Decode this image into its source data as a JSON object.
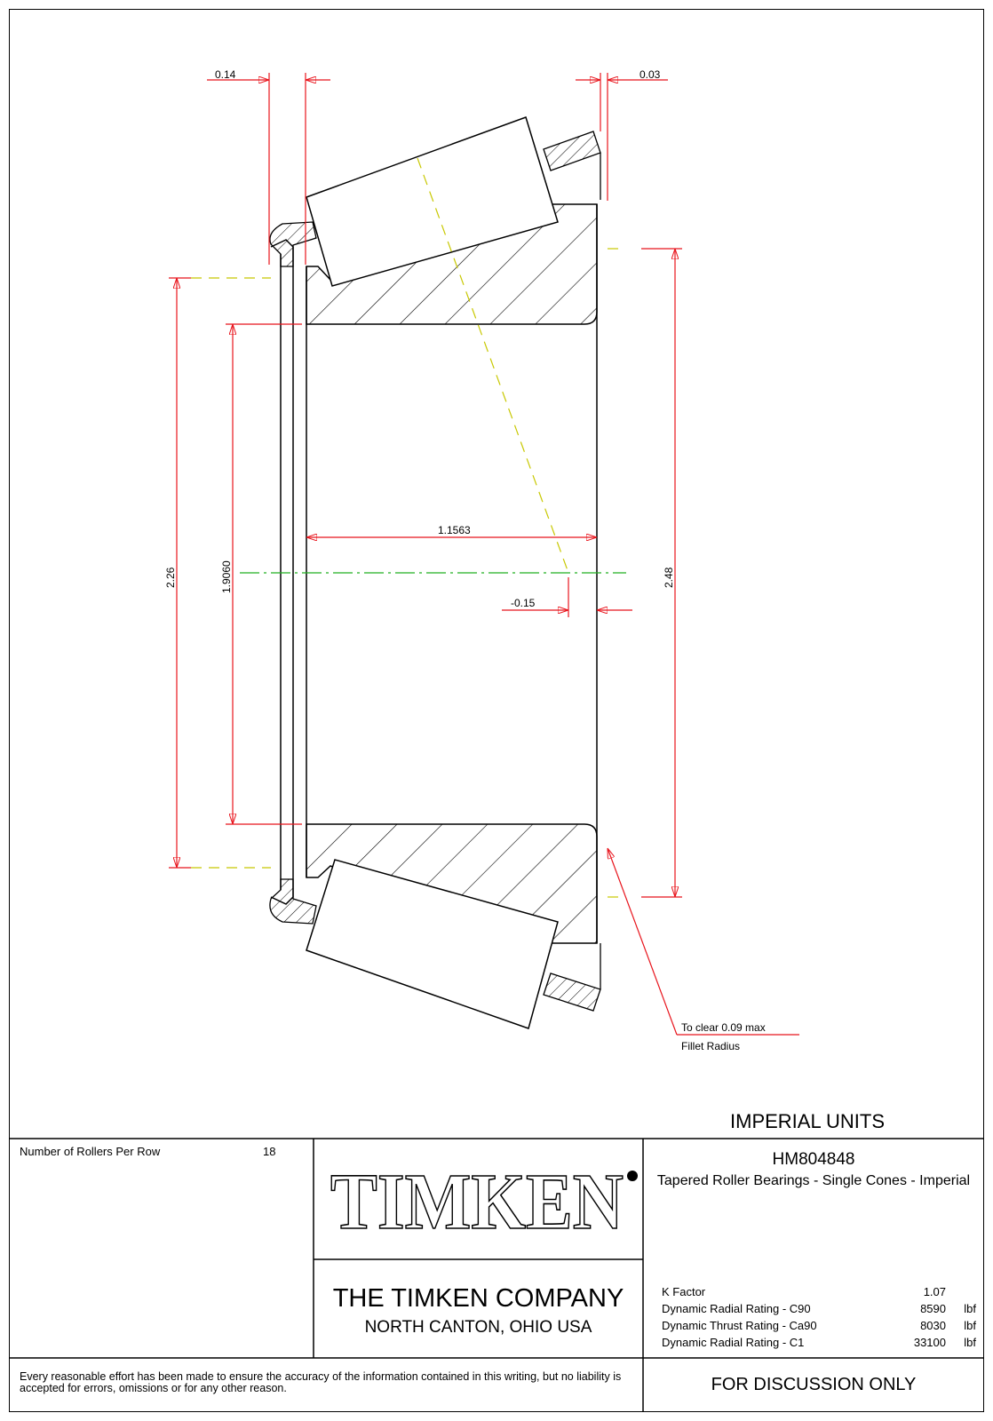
{
  "drawing": {
    "dimensions": {
      "left_offset": "0.14",
      "right_offset": "0.03",
      "outer_dia": "2.26",
      "bore": "1.9060",
      "width": "1.1563",
      "cone_od": "2.48",
      "eff_center": "-0.15"
    },
    "fillet": {
      "line1": "To clear  0.09  max",
      "line2": "Fillet Radius"
    }
  },
  "units_label": "IMPERIAL UNITS",
  "titleblock": {
    "rollers_label": "Number of Rollers Per Row",
    "rollers_value": "18",
    "logo_text": "TIMKEN",
    "part_number": "HM804848",
    "description": "Tapered Roller Bearings - Single Cones - Imperial",
    "company_name": "THE TIMKEN COMPANY",
    "company_location": "NORTH CANTON, OHIO USA",
    "specs": [
      {
        "label": "K Factor",
        "value": "1.07",
        "unit": ""
      },
      {
        "label": "Dynamic Radial Rating - C90",
        "value": "8590",
        "unit": "lbf"
      },
      {
        "label": "Dynamic Thrust Rating - Ca90",
        "value": "8030",
        "unit": "lbf"
      },
      {
        "label": "Dynamic Radial Rating - C1",
        "value": "33100",
        "unit": "lbf"
      }
    ],
    "disclaimer": "Every reasonable effort has been made to ensure the accuracy of the information contained in this writing, but no liability is accepted for errors, omissions or for any other reason.",
    "discussion": "FOR DISCUSSION ONLY"
  },
  "colors": {
    "dimension": "#e8141c",
    "centerline": "#22b022",
    "construction": "#c8c800",
    "outline": "#000000"
  }
}
